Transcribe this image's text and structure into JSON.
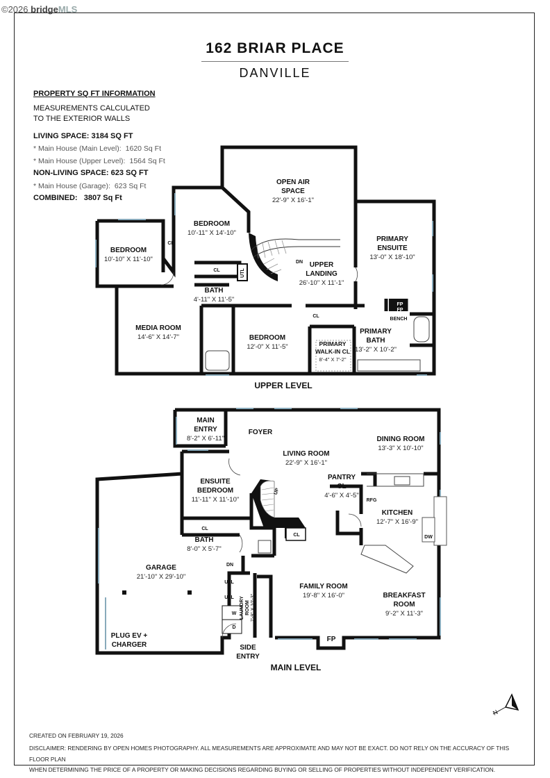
{
  "watermark": {
    "year": "©2026",
    "brand": "bridge",
    "suffix": "MLS"
  },
  "header": {
    "title": "162 BRIAR PLACE",
    "subtitle": "DANVILLE"
  },
  "info": {
    "heading": "PROPERTY SQ FT INFORMATION",
    "note_line1": "MEASUREMENTS CALCULATED",
    "note_line2": "TO THE EXTERIOR WALLS",
    "living_label": "LIVING SPACE: 3184 SQ FT",
    "items": [
      {
        "label": "*   Main House (Main Level):",
        "value": "1620 Sq Ft"
      },
      {
        "label": "*   Main House (Upper Level):",
        "value": "1564 Sq Ft"
      }
    ],
    "nonliving_label": "NON-LIVING SPACE: 623 SQ FT",
    "nonliving_item": {
      "label": "*   Main House (Garage):",
      "value": "623 Sq Ft"
    },
    "combined_label": "COMBINED:",
    "combined_value": "3807 Sq Ft"
  },
  "upper": {
    "level": "UPPER LEVEL",
    "open_air_1": "OPEN AIR",
    "open_air_2": "SPACE",
    "open_air_dim": "22'-9\" X 16'-1\"",
    "bed1": "BEDROOM",
    "bed1_dim": "10'-11\" X 14'-10\"",
    "bed2": "BEDROOM",
    "bed2_dim": "10'-10\" X 11'-10\"",
    "cl": "CL",
    "cl2": "CL",
    "cl3": "CL",
    "utl": "UTL",
    "dn": "DN",
    "landing_1": "UPPER",
    "landing_2": "LANDING",
    "landing_dim": "26'-10\" X 11'-1\"",
    "ensuite_1": "PRIMARY",
    "ensuite_2": "ENSUITE",
    "ensuite_dim": "13'-0\" X 18'-10\"",
    "bath": "BATH",
    "bath_dim": "4'-11\" X 11'-5\"",
    "media": "MEDIA ROOM",
    "media_dim": "14'-6\" X 14'-7\"",
    "bed3": "BEDROOM",
    "bed3_dim": "12'-0\" X 11'-5\"",
    "walkin_1": "PRIMARY",
    "walkin_2": "WALK-IN CL",
    "walkin_dim": "8'-4\" X 7'-2\"",
    "pbath_1": "PRIMARY",
    "pbath_2": "BATH",
    "pbath_dim": "13'-2\" X 10'-2\"",
    "fp1": "FP",
    "fp2": "FP",
    "bench": "BENCH"
  },
  "main": {
    "level": "MAIN LEVEL",
    "entry_1": "MAIN",
    "entry_2": "ENTRY",
    "entry_dim": "8'-2\" X 6'-11\"",
    "foyer": "FOYER",
    "living": "LIVING ROOM",
    "living_dim": "22'-9\" X 16'-1\"",
    "dining": "DINING ROOM",
    "dining_dim": "13'-3\" X 10'-10\"",
    "ensuite_1": "ENSUITE",
    "ensuite_2": "BEDROOM",
    "ensuite_dim": "11'-11\" X 11'-10\"",
    "pantry_1": "PANTRY",
    "pantry_2": "CL",
    "pantry_dim": "4'-6\" X 4'-5\"",
    "rfg": "RFG",
    "up": "UP",
    "kitchen": "KITCHEN",
    "kitchen_dim": "12'-7\" X 16'-9\"",
    "dw": "DW",
    "cl": "CL",
    "cl2": "CL",
    "bath": "BATH",
    "bath_dim": "8'-0\" X 5'-7\"",
    "garage": "GARAGE",
    "garage_dim": "21'-10\" X 29'-10\"",
    "dn": "DN",
    "utl": "UTL",
    "utl2": "UTL",
    "w": "W",
    "d": "D",
    "laundry_1": "LAUNDRY",
    "laundry_2": "ROOM",
    "laundry_dim": "7'-9\" X 10'-3\"",
    "family": "FAMILY ROOM",
    "family_dim": "19'-8\" X 16'-0\"",
    "breakfast_1": "BREAKFAST",
    "breakfast_2": "ROOM",
    "breakfast_dim": "9'-2\" X 11'-3\"",
    "plug_1": "PLUG EV +",
    "plug_2": "CHARGER",
    "side_1": "SIDE",
    "side_2": "ENTRY",
    "fp": "FP"
  },
  "compass": {
    "north": "N"
  },
  "footer": {
    "created": "CREATED ON FEBRUARY 19, 2026",
    "disclaimer_1": "DISCLAIMER: RENDERING BY OPEN HOMES PHOTOGRAPHY. ALL MEASUREMENTS ARE APPROXIMATE AND MAY NOT BE EXACT. DO NOT RELY ON THE ACCURACY OF THIS FLOOR PLAN",
    "disclaimer_2": "WHEN DETERMINING THE PRICE OF A PROPERTY OR MAKING DECISIONS REGARDING BUYING OR SELLING OF PROPERTIES WITHOUT INDEPENDENT VERIFICATION."
  }
}
